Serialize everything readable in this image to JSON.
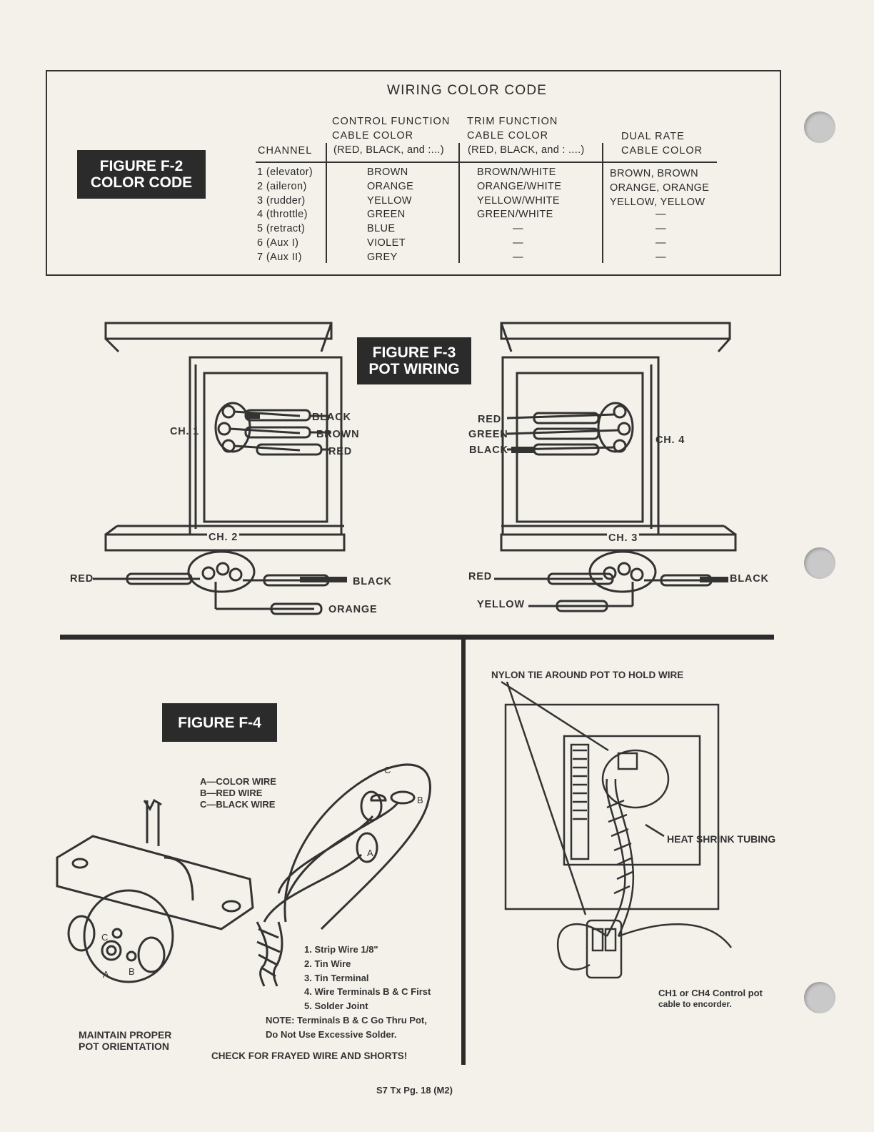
{
  "table": {
    "title": "WIRING COLOR CODE",
    "figure_label": [
      "FIGURE F-2",
      "COLOR CODE"
    ],
    "headers": {
      "channel": "CHANNEL",
      "control": [
        "CONTROL FUNCTION",
        "CABLE COLOR",
        "(RED, BLACK, and :...)"
      ],
      "trim": [
        "TRIM FUNCTION",
        "CABLE COLOR",
        "(RED, BLACK, and : ....)"
      ],
      "dual": [
        "DUAL RATE",
        "CABLE COLOR"
      ]
    },
    "rows": [
      {
        "channel": "1 (elevator)",
        "control": "BROWN",
        "trim": "BROWN/WHITE",
        "dual": "BROWN, BROWN"
      },
      {
        "channel": "2 (aileron)",
        "control": "ORANGE",
        "trim": "ORANGE/WHITE",
        "dual": "ORANGE, ORANGE"
      },
      {
        "channel": "3 (rudder)",
        "control": "YELLOW",
        "trim": "YELLOW/WHITE",
        "dual": "YELLOW, YELLOW"
      },
      {
        "channel": "4 (throttle)",
        "control": "GREEN",
        "trim": "GREEN/WHITE",
        "dual": "—"
      },
      {
        "channel": "5 (retract)",
        "control": "BLUE",
        "trim": "—",
        "dual": "—"
      },
      {
        "channel": "6 (Aux I)",
        "control": "VIOLET",
        "trim": "—",
        "dual": "—"
      },
      {
        "channel": "7 (Aux II)",
        "control": "GREY",
        "trim": "—",
        "dual": "—"
      }
    ]
  },
  "f3": {
    "figure_label": [
      "FIGURE F-3",
      "POT WIRING"
    ],
    "left": {
      "ch1": "CH. 1",
      "ch2": "CH. 2",
      "ch1_wires": [
        "BLACK",
        "BROWN",
        "RED"
      ],
      "ch2_wires": {
        "left": "RED",
        "right": "BLACK",
        "bottom": "ORANGE"
      }
    },
    "right": {
      "ch4": "CH. 4",
      "ch3": "CH. 3",
      "ch4_wires": [
        "RED",
        "GREEN",
        "BLACK"
      ],
      "ch3_wires": {
        "left": "RED",
        "right": "BLACK",
        "bottom": "YELLOW"
      }
    }
  },
  "f4": {
    "figure_label": "FIGURE F-4",
    "legend": [
      "A—COLOR WIRE",
      "B—RED WIRE",
      "C—BLACK WIRE"
    ],
    "terminals": {
      "a": "A",
      "b": "B",
      "c": "C"
    },
    "steps": [
      "1.  Strip Wire 1/8\"",
      "2.  Tin Wire",
      "3.  Tin Terminal",
      "4.  Wire Terminals B & C First",
      "5.  Solder Joint"
    ],
    "note": [
      "NOTE: Terminals B & C Go Thru Pot,",
      "Do Not Use Excessive Solder."
    ],
    "orientation": [
      "MAINTAIN PROPER",
      "POT ORIENTATION"
    ],
    "check": "CHECK FOR FRAYED WIRE AND SHORTS!",
    "nylon": "NYLON TIE AROUND POT TO HOLD WIRE",
    "heatshrink": "HEAT SHRINK TUBING",
    "caption": [
      "CH1 or CH4  Control pot",
      "cable to encorder."
    ]
  },
  "footer": "S7 Tx Pg. 18 (M2)"
}
